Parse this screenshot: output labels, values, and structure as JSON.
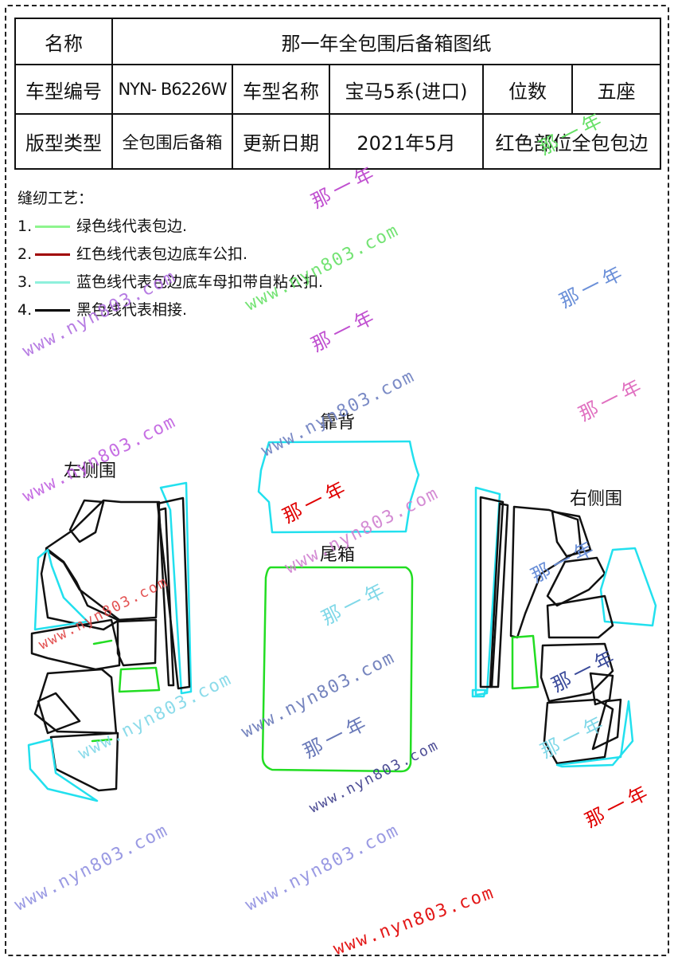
{
  "table": {
    "r1": {
      "label": "名称",
      "value": "那一年全包围后备箱图纸"
    },
    "r2": {
      "l1": "车型编号",
      "v1": "NYN- B6226W",
      "l2": "车型名称",
      "v2": "宝马5系(进口)",
      "l3": "位数",
      "v3": "五座"
    },
    "r3": {
      "l1": "版型类型",
      "v1": "全包围后备箱",
      "l2": "更新日期",
      "v2": "2021年5月",
      "v3": "红色部位全包包边"
    }
  },
  "notes": {
    "title": "缝纫工艺：",
    "items": [
      {
        "num": "1.",
        "text": "绿色线代表包边.",
        "color": "#8ef58e"
      },
      {
        "num": "2.",
        "text": "红色线代表包边底车公扣.",
        "color": "#a00000"
      },
      {
        "num": "3.",
        "text": "蓝色线代表包边底车母扣带自粘公扣.",
        "color": "#8ff0dc"
      },
      {
        "num": "4.",
        "text": "黑色线代表相接.",
        "color": "#000000"
      }
    ]
  },
  "labels": {
    "backrest": "靠背",
    "trunk": "尾箱",
    "left_side": "左侧围",
    "right_side": "右侧围"
  },
  "watermarks": {
    "site": "www.nyn803.com",
    "brand": "那一年"
  },
  "colors": {
    "green": "#22dd22",
    "cyan": "#22e0ee",
    "black": "#111111"
  }
}
